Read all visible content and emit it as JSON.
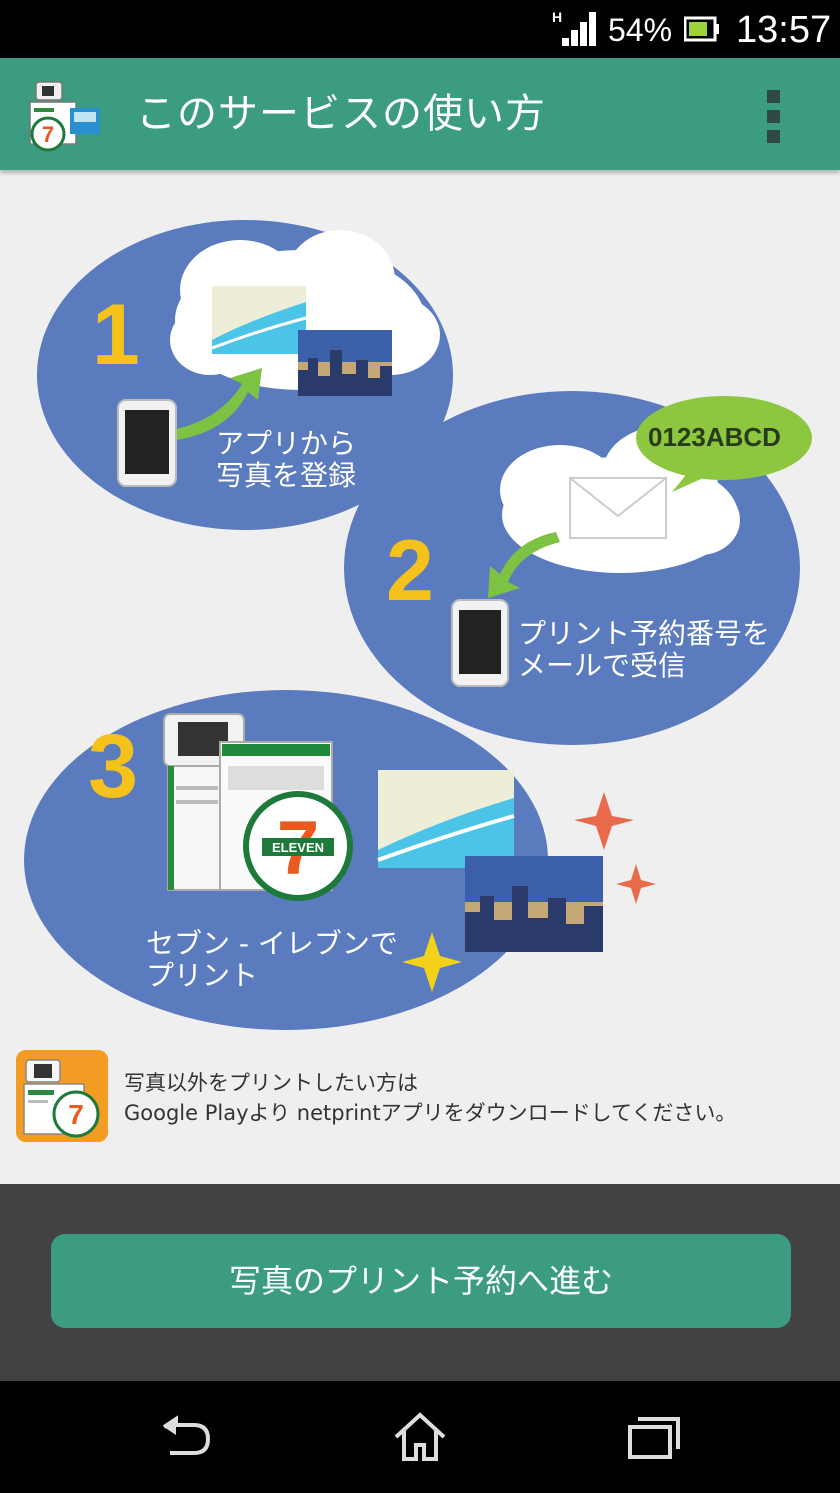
{
  "status_bar": {
    "network": "H",
    "battery_percent": "54%",
    "time": "13:57",
    "icons": [
      "signal-icon",
      "battery-icon"
    ]
  },
  "app_bar": {
    "title": "このサービスの使い方",
    "icons": [
      "app-logo-icon",
      "overflow-menu-icon"
    ]
  },
  "steps": [
    {
      "number": "1",
      "line1": "アプリから",
      "line2": "写真を登録"
    },
    {
      "number": "2",
      "line1": "プリント予約番号を",
      "line2": "メールで受信",
      "code": "0123ABCD"
    },
    {
      "number": "3",
      "line1": "セブン - イレブンで",
      "line2": "プリント",
      "store_logo": "ELEVEN"
    }
  ],
  "note": {
    "line1": "写真以外をプリントしたい方は",
    "line2": "Google Playより netprintアプリをダウンロードしてください。"
  },
  "cta_label": "写真のプリント予約へ進む",
  "nav_bar": {
    "icons": [
      "back-icon",
      "home-icon",
      "recent-apps-icon"
    ]
  },
  "colors": {
    "accent": "#3b9c82",
    "bubble": "#5b7bbf",
    "number": "#f4c21a",
    "footer": "#424242"
  }
}
